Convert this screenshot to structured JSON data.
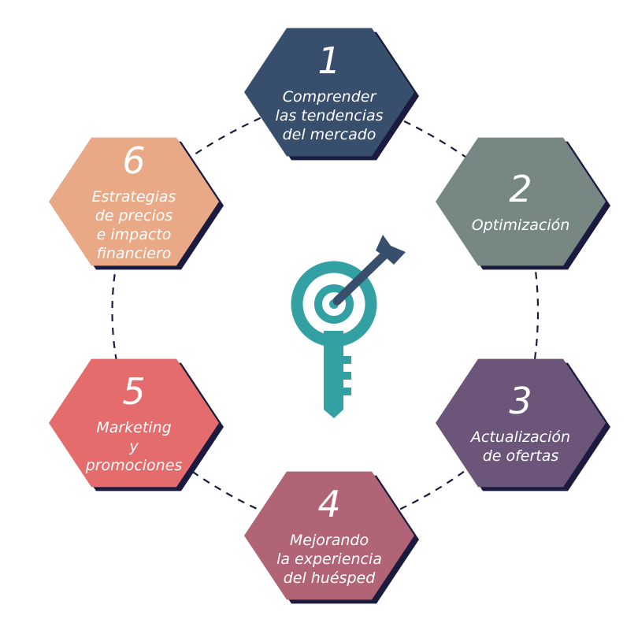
{
  "steps": [
    {
      "number": "1",
      "lines": [
        "Comprender",
        "las tendencias",
        "del mercado"
      ],
      "color": "#374e6d"
    },
    {
      "number": "2",
      "lines": [
        "Optimización"
      ],
      "color": "#768784"
    },
    {
      "number": "3",
      "lines": [
        "Actualización",
        "de ofertas"
      ],
      "color": "#6b5679"
    },
    {
      "number": "4",
      "lines": [
        "Mejorando",
        "la experiencia",
        "del huésped"
      ],
      "color": "#b06475"
    },
    {
      "number": "5",
      "lines": [
        "Marketing",
        "y",
        "promociones"
      ],
      "color": "#e56c6d"
    },
    {
      "number": "6",
      "lines": [
        "Estrategias",
        "de precios",
        "e impacto",
        "financiero"
      ],
      "color": "#e9a987"
    }
  ],
  "colors": {
    "shadow": "#1b1b3f",
    "dashed_ring": "#1b1b3f",
    "key_teal": "#33a0a3",
    "arrow_navy": "#374e6d"
  },
  "center_icon": "target-key-icon"
}
